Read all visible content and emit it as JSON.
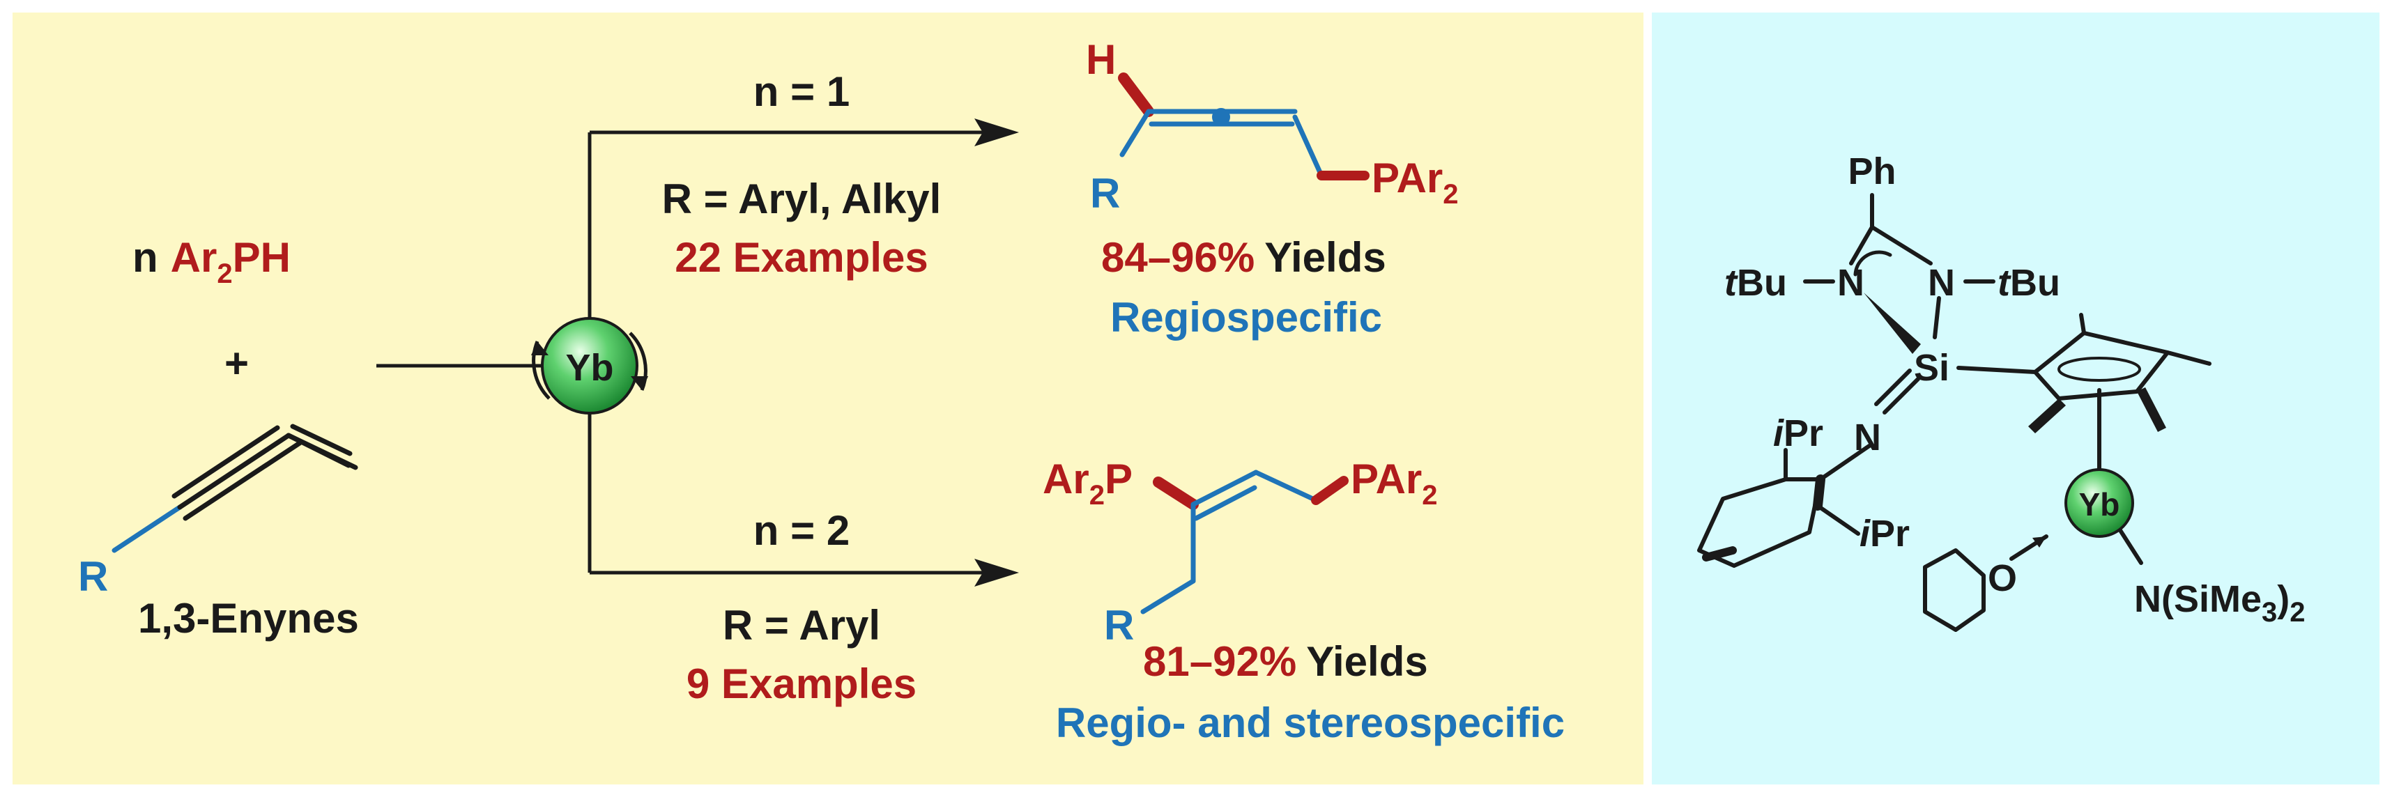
{
  "reaction": {
    "reagent_n": "n",
    "reagent_ar2": "Ar",
    "reagent_sub2": "2",
    "reagent_ph": "PH",
    "plus": "+",
    "enyne_R": "R",
    "enyne_name": "1,3-Enynes",
    "catalyst": "Yb"
  },
  "top_branch": {
    "condition": "n = 1",
    "scope": "R = Aryl, Alkyl",
    "examples": "22 Examples",
    "product_H": "H",
    "product_R": "R",
    "product_PAr": "PAr",
    "product_sub": "2",
    "yield_range": "84–96%",
    "yield_word": "Yields",
    "selectivity": "Regiospecific"
  },
  "bottom_branch": {
    "condition": "n = 2",
    "scope": "R = Aryl",
    "examples": "9 Examples",
    "product_Ar": "Ar",
    "product_sub1": "2",
    "product_P": "P",
    "product_PAr": "PAr",
    "product_sub2": "2",
    "product_R": "R",
    "yield_range": "81–92%",
    "yield_word": "Yields",
    "selectivity": "Regio- and stereospecific"
  },
  "catalyst_structure": {
    "ph": "Ph",
    "t1": "t",
    "bu1": "Bu",
    "n1": "N",
    "n2": "N",
    "t2": "t",
    "bu2": "Bu",
    "si": "Si",
    "n_imine": "N",
    "i1": "i",
    "pr1": "Pr",
    "i2": "i",
    "pr2": "Pr",
    "yb": "Yb",
    "o": "O",
    "amide": "N(SiMe",
    "amide_sub": "3",
    "amide_close": ")",
    "amide_sub2": "2"
  },
  "colors": {
    "left_panel_bg": "#fdf8c6",
    "right_panel_bg": "#d6fbfd",
    "black": "#1a1a1a",
    "red": "#b01c1c",
    "blue": "#1f74b8",
    "yb_green": "#2ea84a"
  }
}
